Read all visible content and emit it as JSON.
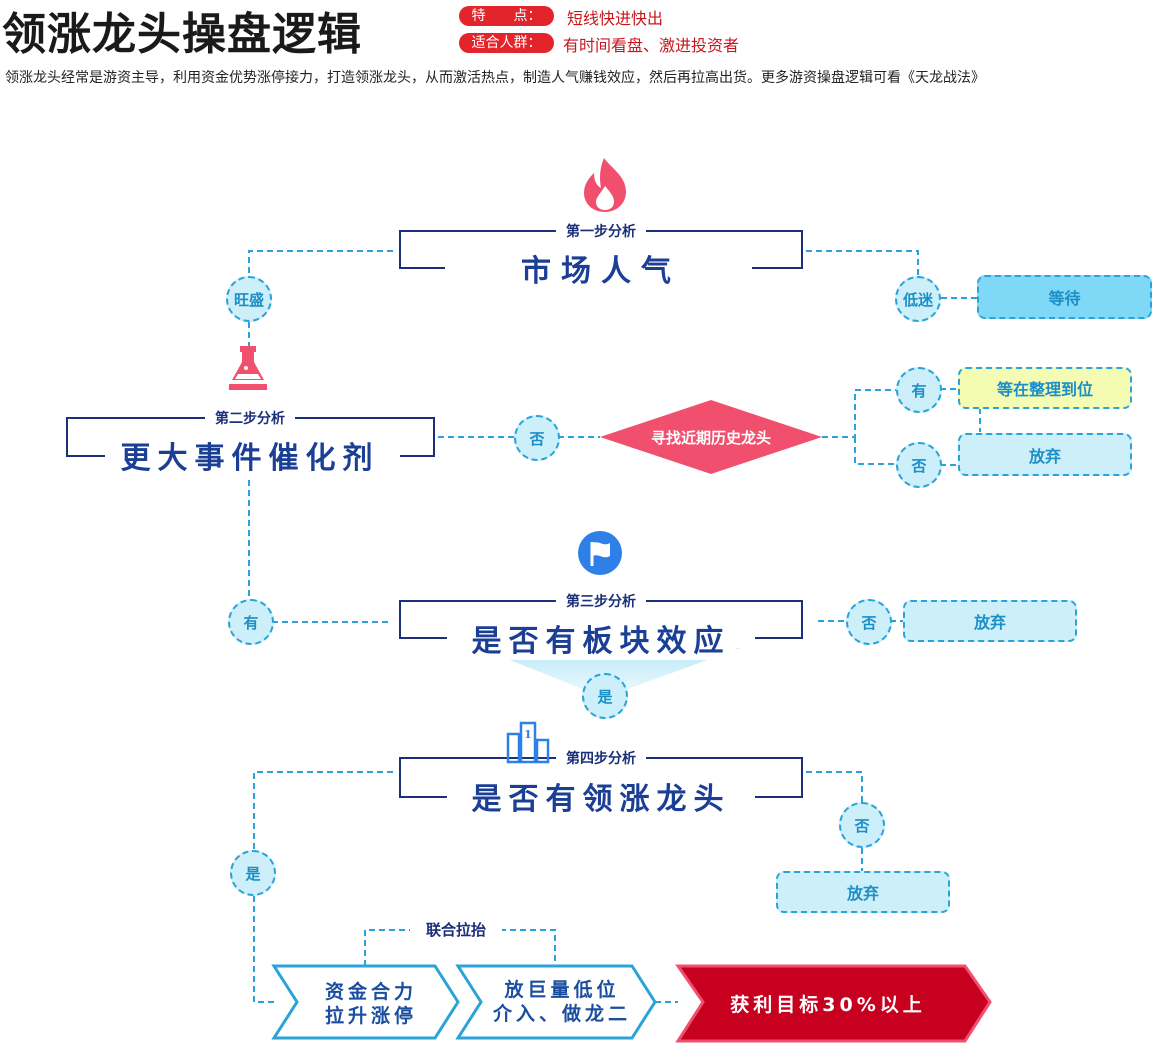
{
  "header": {
    "title": "领涨龙头操盘逻辑",
    "feature_label": "特　　点：",
    "feature_value": "短线快进快出",
    "audience_label": "适合人群：",
    "audience_value": "有时间看盘、激进投资者",
    "intro": "领涨龙头经常是游资主导，利用资金优势涨停接力，打造领涨龙头，从而激活热点，制造人气赚钱效应，然后再拉高出货。更多游资操盘逻辑可看《天龙战法》"
  },
  "steps": [
    {
      "label": "第一步分析",
      "title": "市场人气",
      "icon": "fire-icon"
    },
    {
      "label": "第二步分析",
      "title": "更大事件催化剂",
      "icon": "flask-icon"
    },
    {
      "label": "第三步分析",
      "title": "是否有板块效应",
      "icon": "flag-icon"
    },
    {
      "label": "第四步分析",
      "title": "是否有领涨龙头",
      "icon": "podium-icon",
      "podium_number": "1"
    }
  ],
  "branches": {
    "wangsheng": "旺盛",
    "dimi": "低迷",
    "wait": "等待",
    "no_catalyst": "否",
    "diamond": "寻找近期历史龙头",
    "diamond_yes": "有",
    "diamond_yes_result": "等在整理到位",
    "diamond_no": "否",
    "diamond_no_result": "放弃",
    "catalyst_yes": "有",
    "sector_no": "否",
    "sector_no_result": "放弃",
    "sector_yes": "是",
    "leader_no": "否",
    "leader_no_result": "放弃",
    "leader_yes": "是"
  },
  "final": {
    "joint_label": "联合拉抬",
    "chevron1": [
      "资金合力",
      "拉升涨停"
    ],
    "chevron2": [
      "放巨量低位",
      "介入、做龙二"
    ],
    "chevron3": "获利目标30%以上"
  },
  "colors": {
    "title_blue": "#1c3f96",
    "dashed_blue": "#2ba3d8",
    "circle_fill": "#cdeffa",
    "diamond_red": "#f0506e",
    "final_red": "#c8001f",
    "wait_fill": "#7fd8f5",
    "yellow_fill": "#f4fbb3"
  }
}
